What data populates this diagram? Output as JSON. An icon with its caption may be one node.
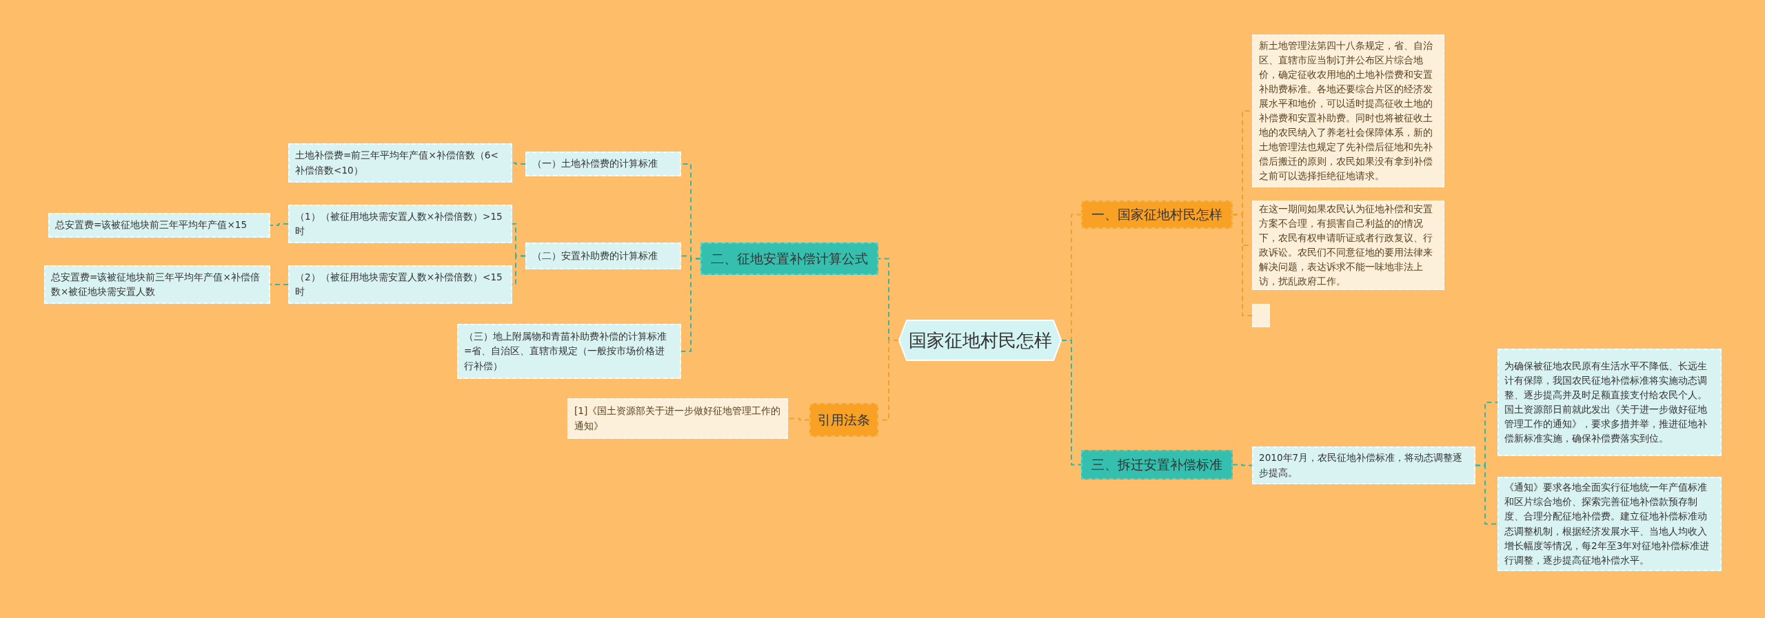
{
  "diagram": {
    "nodes": [
      {
        "text": [
          "国家征地村民怎样"
        ]
      },
      {
        "text": [
          "一、国家征地村民怎样"
        ]
      },
      {
        "text": [
          "新土地管理法第四十八条规定，省、自治区、直辖市应当制订并公布区片综合地价，确定征收农用地的土地补偿费和安置补助费标准。各地还要综合片区的经济发展水平和地价，可以适时提高征收土地的补偿费和安置补助费。同时也将被征收土地的农民纳入了养老社会保障体系，新的土地管理法也规定了先补偿后征地和先补偿后搬迁的原则，农民如果没有拿到补偿之前可以选择拒绝征地请求。"
        ]
      },
      {
        "text": [
          "在这一期间如果农民认为征地补偿和安置方案不合理，有损害自己利益的的情况下，农民有权申请听证或者行政复议、行政诉讼。农民们不同意征地的要用法律来解决问题，表达诉求不能一味地非法上访，扰乱政府工作。"
        ]
      },
      {
        "text": [],
        "shape": "box"
      },
      {
        "text": [
          "三、拆迁安置补偿标准"
        ]
      },
      {
        "text": [
          "2010年7月，农民征地补偿标准，将动态调整逐步提高。"
        ]
      },
      {
        "text": [
          "为确保被征地农民原有生活水平不降低、长远生计有保障，我国农民征地补偿标准将实施动态调整、逐步提高并及时足额直接支付给农民个人。国土资源部日前就此发出《关于进一步做好征地管理工作的通知》，要求多措并举，推进征地补偿新标准实施，确保补偿费落实到位。"
        ]
      },
      {
        "text": [
          "《通知》要求各地全面实行征地统一年产值标准和区片综合地价、探索完善征地补偿款预存制度、合理分配征地补偿费。建立征地补偿标准动态调整机制，根据经济发展水平、当地人均收入增长幅度等情况，每2年至3年对征地补偿标准进行调整，逐步提高征地补偿水平。"
        ]
      },
      {
        "text": [
          "二、征地安置补偿计算公式"
        ]
      },
      {
        "text": [
          "（一）土地补偿费的计算标准"
        ]
      },
      {
        "text": [
          "土地补偿费=前三年平均年产值×补偿倍数（6<补偿倍数<10）"
        ]
      },
      {
        "text": [
          "（二）安置补助费的计算标准"
        ]
      },
      {
        "text": [
          "（1）（被征用地块需安置人数×补偿倍数）>15时"
        ]
      },
      {
        "text": [
          "总安置费=该被征地块前三年平均年产值×15"
        ]
      },
      {
        "text": [
          "（2）（被征用地块需安置人数×补偿倍数）<15时"
        ]
      },
      {
        "text": [
          "总安置费=该被征地块前三年平均年产值×补偿倍数×被征地块需安置人数"
        ]
      },
      {
        "text": [
          "（三）地上附属物和青苗补助费补偿的计算标准=省、自治区、直辖市规定（一般按市场价格进行补偿）"
        ]
      },
      {
        "text": [
          "引用法条"
        ]
      },
      {
        "text": [
          "[1]《国土资源部关于进一步做好征地管理工作的通知》"
        ]
      }
    ],
    "edges": [
      {
        "from": 0,
        "to": 1,
        "arrow": "none",
        "color": "#f0a02c"
      },
      {
        "from": 1,
        "to": 2,
        "arrow": "none",
        "color": "#f0a02c"
      },
      {
        "from": 1,
        "to": 3,
        "arrow": "none",
        "color": "#f0a02c"
      },
      {
        "from": 1,
        "to": 4,
        "arrow": "none",
        "color": "#f0a02c"
      },
      {
        "from": 0,
        "to": 5,
        "arrow": "none"
      },
      {
        "from": 5,
        "to": 6,
        "arrow": "none"
      },
      {
        "from": 6,
        "to": 7,
        "arrow": "none"
      },
      {
        "from": 6,
        "to": 8,
        "arrow": "none"
      },
      {
        "from": 0,
        "to": 9,
        "arrow": "none"
      },
      {
        "from": 9,
        "to": 10,
        "arrow": "none"
      },
      {
        "from": 10,
        "to": 11,
        "arrow": "none"
      },
      {
        "from": 9,
        "to": 12,
        "arrow": "none"
      },
      {
        "from": 12,
        "to": 13,
        "arrow": "none"
      },
      {
        "from": 13,
        "to": 14,
        "arrow": "none"
      },
      {
        "from": 12,
        "to": 15,
        "arrow": "none"
      },
      {
        "from": 15,
        "to": 16,
        "arrow": "none"
      },
      {
        "from": 9,
        "to": 17,
        "arrow": "none"
      },
      {
        "from": 0,
        "to": 18,
        "arrow": "none",
        "color": "#f0a02c"
      },
      {
        "from": 18,
        "to": 19,
        "arrow": "none",
        "color": "#f0a02c"
      }
    ]
  }
}
